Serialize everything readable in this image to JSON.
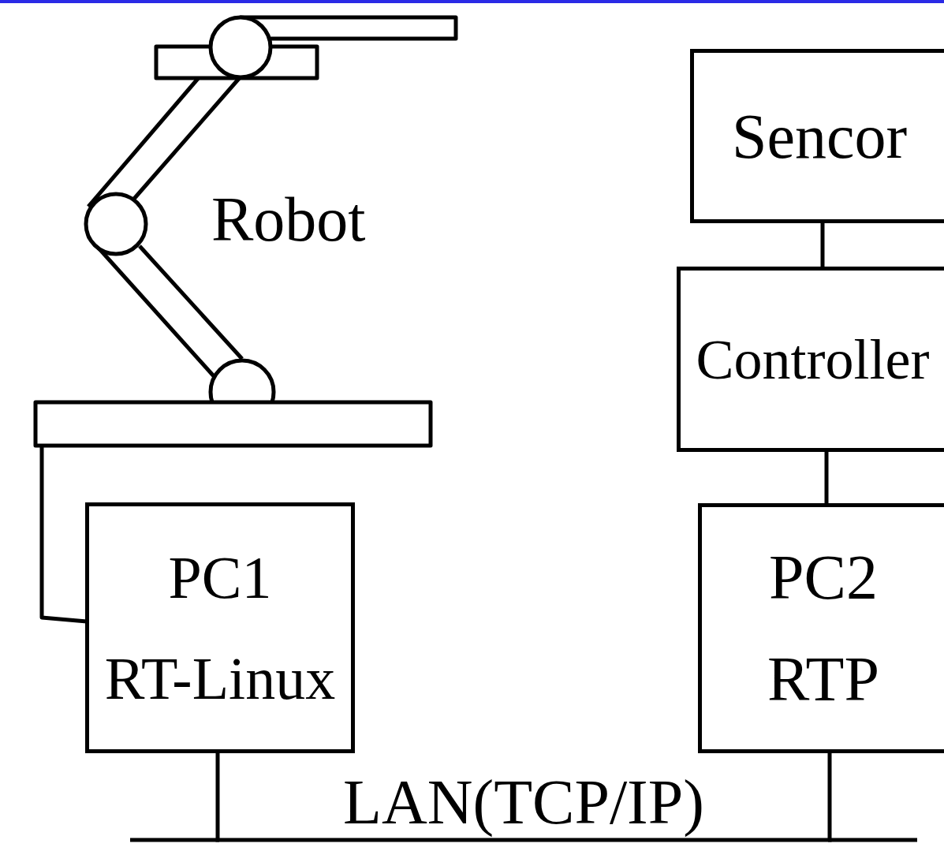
{
  "diagram": {
    "nodes": [
      {
        "text": [
          "Sencor"
        ]
      },
      {
        "text": [
          "Controller"
        ]
      },
      {
        "text": [
          "PC1",
          "RT-Linux"
        ]
      },
      {
        "text": [
          "PC2",
          "RTP"
        ]
      }
    ],
    "edges": [
      {
        "from": 0,
        "to": 1,
        "arrow": "none"
      },
      {
        "from": 1,
        "to": 3,
        "arrow": "none"
      },
      {
        "from": 2,
        "to": 3,
        "arrow": "none",
        "label": "LAN(TCP/IP)"
      }
    ],
    "labels": [
      "Robot"
    ]
  }
}
